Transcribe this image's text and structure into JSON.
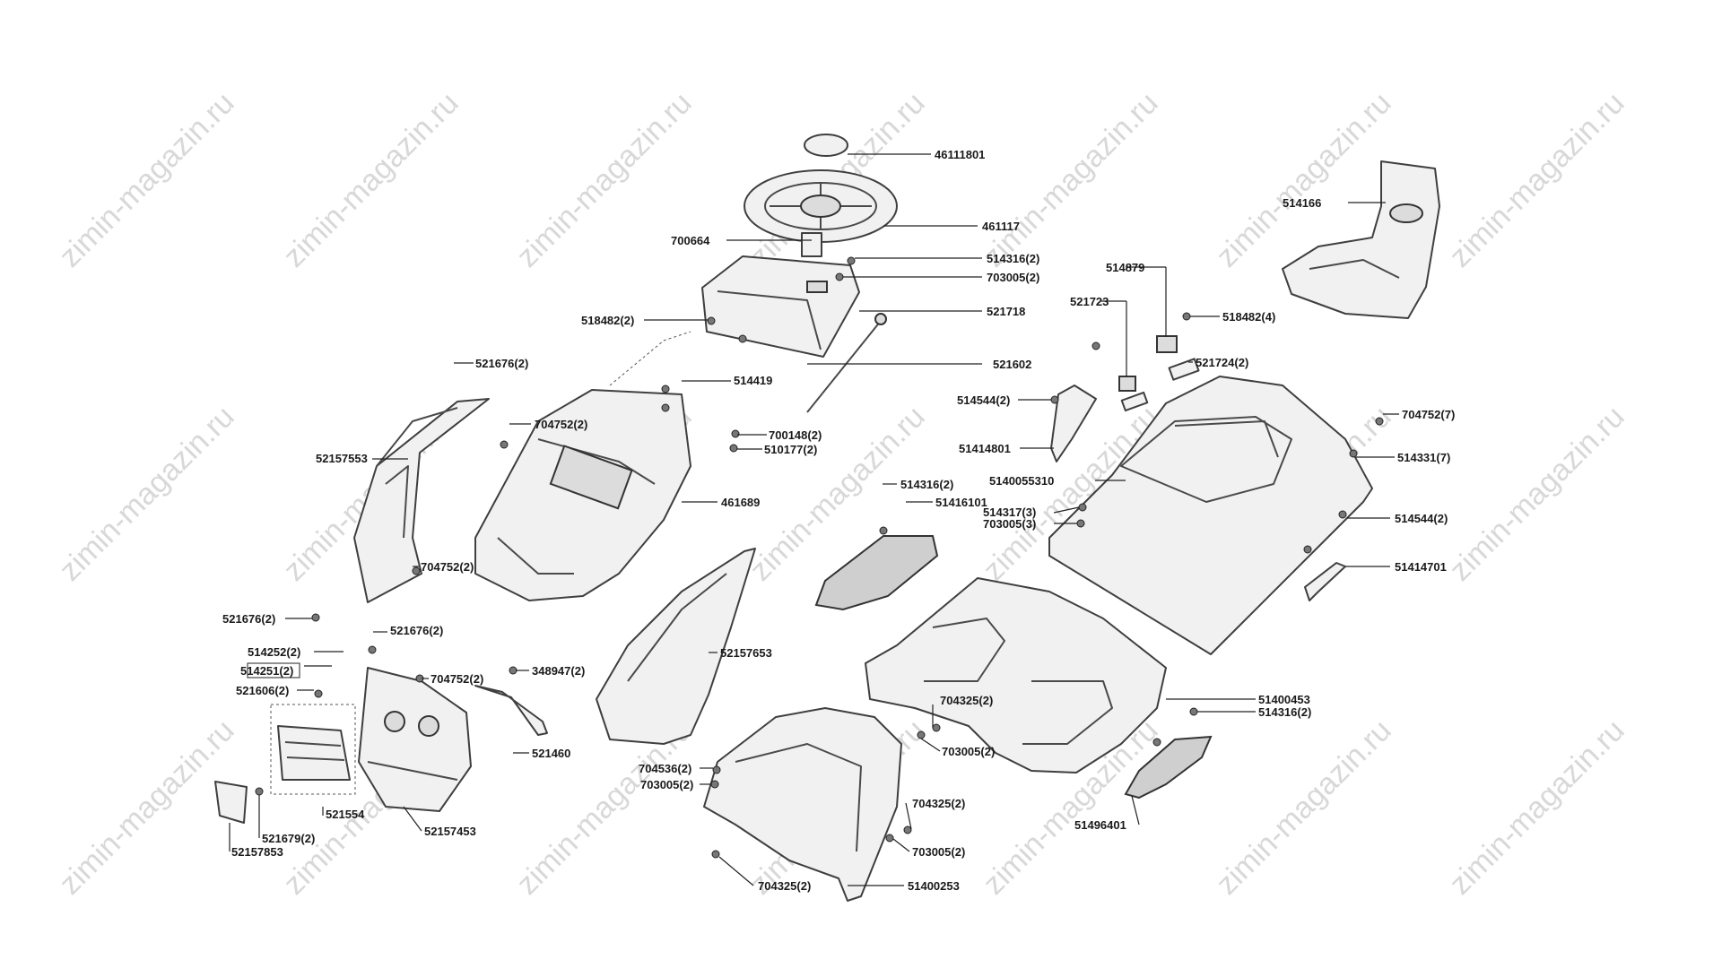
{
  "watermark": "zimin-magazin.ru",
  "labels": {
    "l46111801": "46111801",
    "l461117": "461117",
    "l700664": "700664",
    "l514316_a": "514316(2)",
    "l703005_a": "703005(2)",
    "l518482_a": "518482(2)",
    "l521718": "521718",
    "l521602": "521602",
    "l514419": "514419",
    "l521676_a": "521676(2)",
    "l704752_a": "704752(2)",
    "l700148": "700148(2)",
    "l510177": "510177(2)",
    "l52157553": "52157553",
    "l461689": "461689",
    "l704752_b": "704752(2)",
    "l521676_b": "521676(2)",
    "l514252": "514252(2)",
    "l514251": "514251(2)",
    "l521606": "521606(2)",
    "l521676_c": "521676(2)",
    "l704752_c": "704752(2)",
    "l348947": "348947(2)",
    "l521460": "521460",
    "l521554": "521554",
    "l52157453": "52157453",
    "l521679": "521679(2)",
    "l52157853": "52157853",
    "l52157653": "52157653",
    "l514166": "514166",
    "l514879": "514879",
    "l521723": "521723",
    "l518482_b": "518482(4)",
    "l521724": "521724(2)",
    "l514544_a": "514544(2)",
    "l51414801": "51414801",
    "l704752_d": "704752(7)",
    "l514331": "514331(7)",
    "l5140055310": "5140055310",
    "l514316_b": "514316(2)",
    "l51416101": "51416101",
    "l514317": "514317(3)",
    "l703005_b": "703005(3)",
    "l514544_b": "514544(2)",
    "l51414701": "51414701",
    "l51400453": "51400453",
    "l514316_c": "514316(2)",
    "l704325_a": "704325(2)",
    "l703005_c": "703005(2)",
    "l704536": "704536(2)",
    "l703005_d": "703005(2)",
    "l704325_b": "704325(2)",
    "l703005_e": "703005(2)",
    "l704325_c": "704325(2)",
    "l51400253": "51400253",
    "l51496401": "51496401"
  }
}
